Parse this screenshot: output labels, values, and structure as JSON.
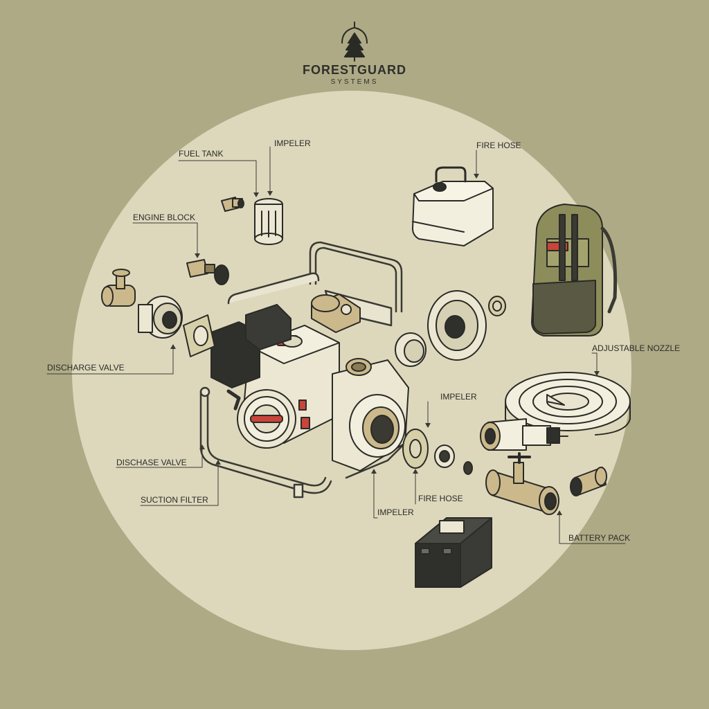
{
  "brand": {
    "name": "FORESTGUARD",
    "tagline": "SYSTEMS",
    "logo_icon": "tree-lamp-icon"
  },
  "colors": {
    "background": "#aeaa86",
    "circle": "#ddd8bc",
    "line": "#2a2a26",
    "accent_red": "#c9443a",
    "brass": "#cbb98c",
    "pack_green": "#8d8d5c"
  },
  "labels": {
    "fuel_tank": "FUEL TANK",
    "impeler_top": "IMPELER",
    "fire_hose_top": "FIRE HOSE",
    "engine_block": "ENGINE BLOCK",
    "discharge_valve": "DISCHARGE VALVE",
    "adjustable_nozzle": "ADJUSTABLE NOZZLE",
    "impeler_mid": "IMPELER",
    "dischase_valve": "DISCHASE VALVE",
    "suction_filter": "SUCTION FILTER",
    "fire_hose_bottom": "FIRE HOSE",
    "impeler_bottom": "IMPELER",
    "battery_pack": "BATTERY PACK"
  }
}
